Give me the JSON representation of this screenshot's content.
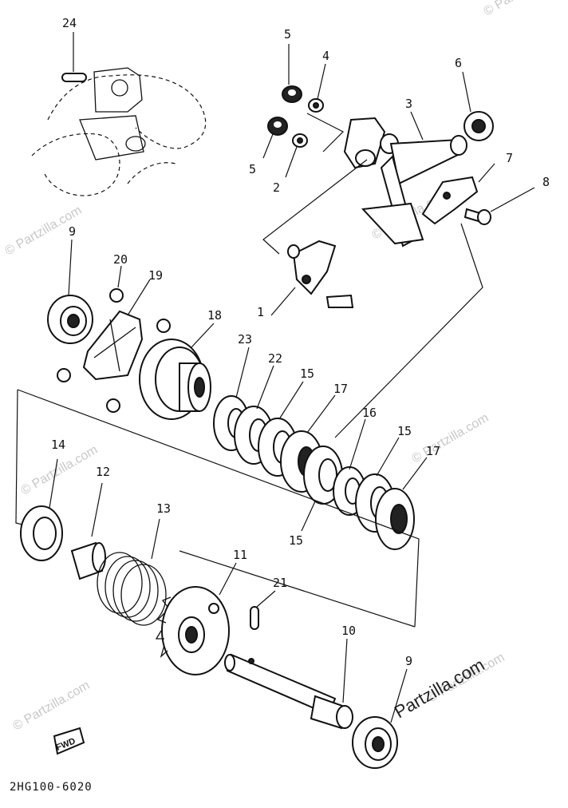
{
  "callouts": {
    "n1": "1",
    "n2": "2",
    "n3": "3",
    "n4": "4",
    "n5a": "5",
    "n5b": "5",
    "n6": "6",
    "n7": "7",
    "n8": "8",
    "n9a": "9",
    "n9b": "9",
    "n10": "10",
    "n11": "11",
    "n12": "12",
    "n13": "13",
    "n14": "14",
    "n15a": "15",
    "n15b": "15",
    "n15c": "15",
    "n16": "16",
    "n17a": "17",
    "n17b": "17",
    "n18": "18",
    "n19": "19",
    "n20": "20",
    "n21": "21",
    "n22": "22",
    "n23": "23",
    "n24": "24"
  },
  "fwd_label": "FWD",
  "diagram_code": "2HG100-6020",
  "watermark": {
    "small": "© Partzilla.com",
    "brand": "Partzilla.com"
  }
}
